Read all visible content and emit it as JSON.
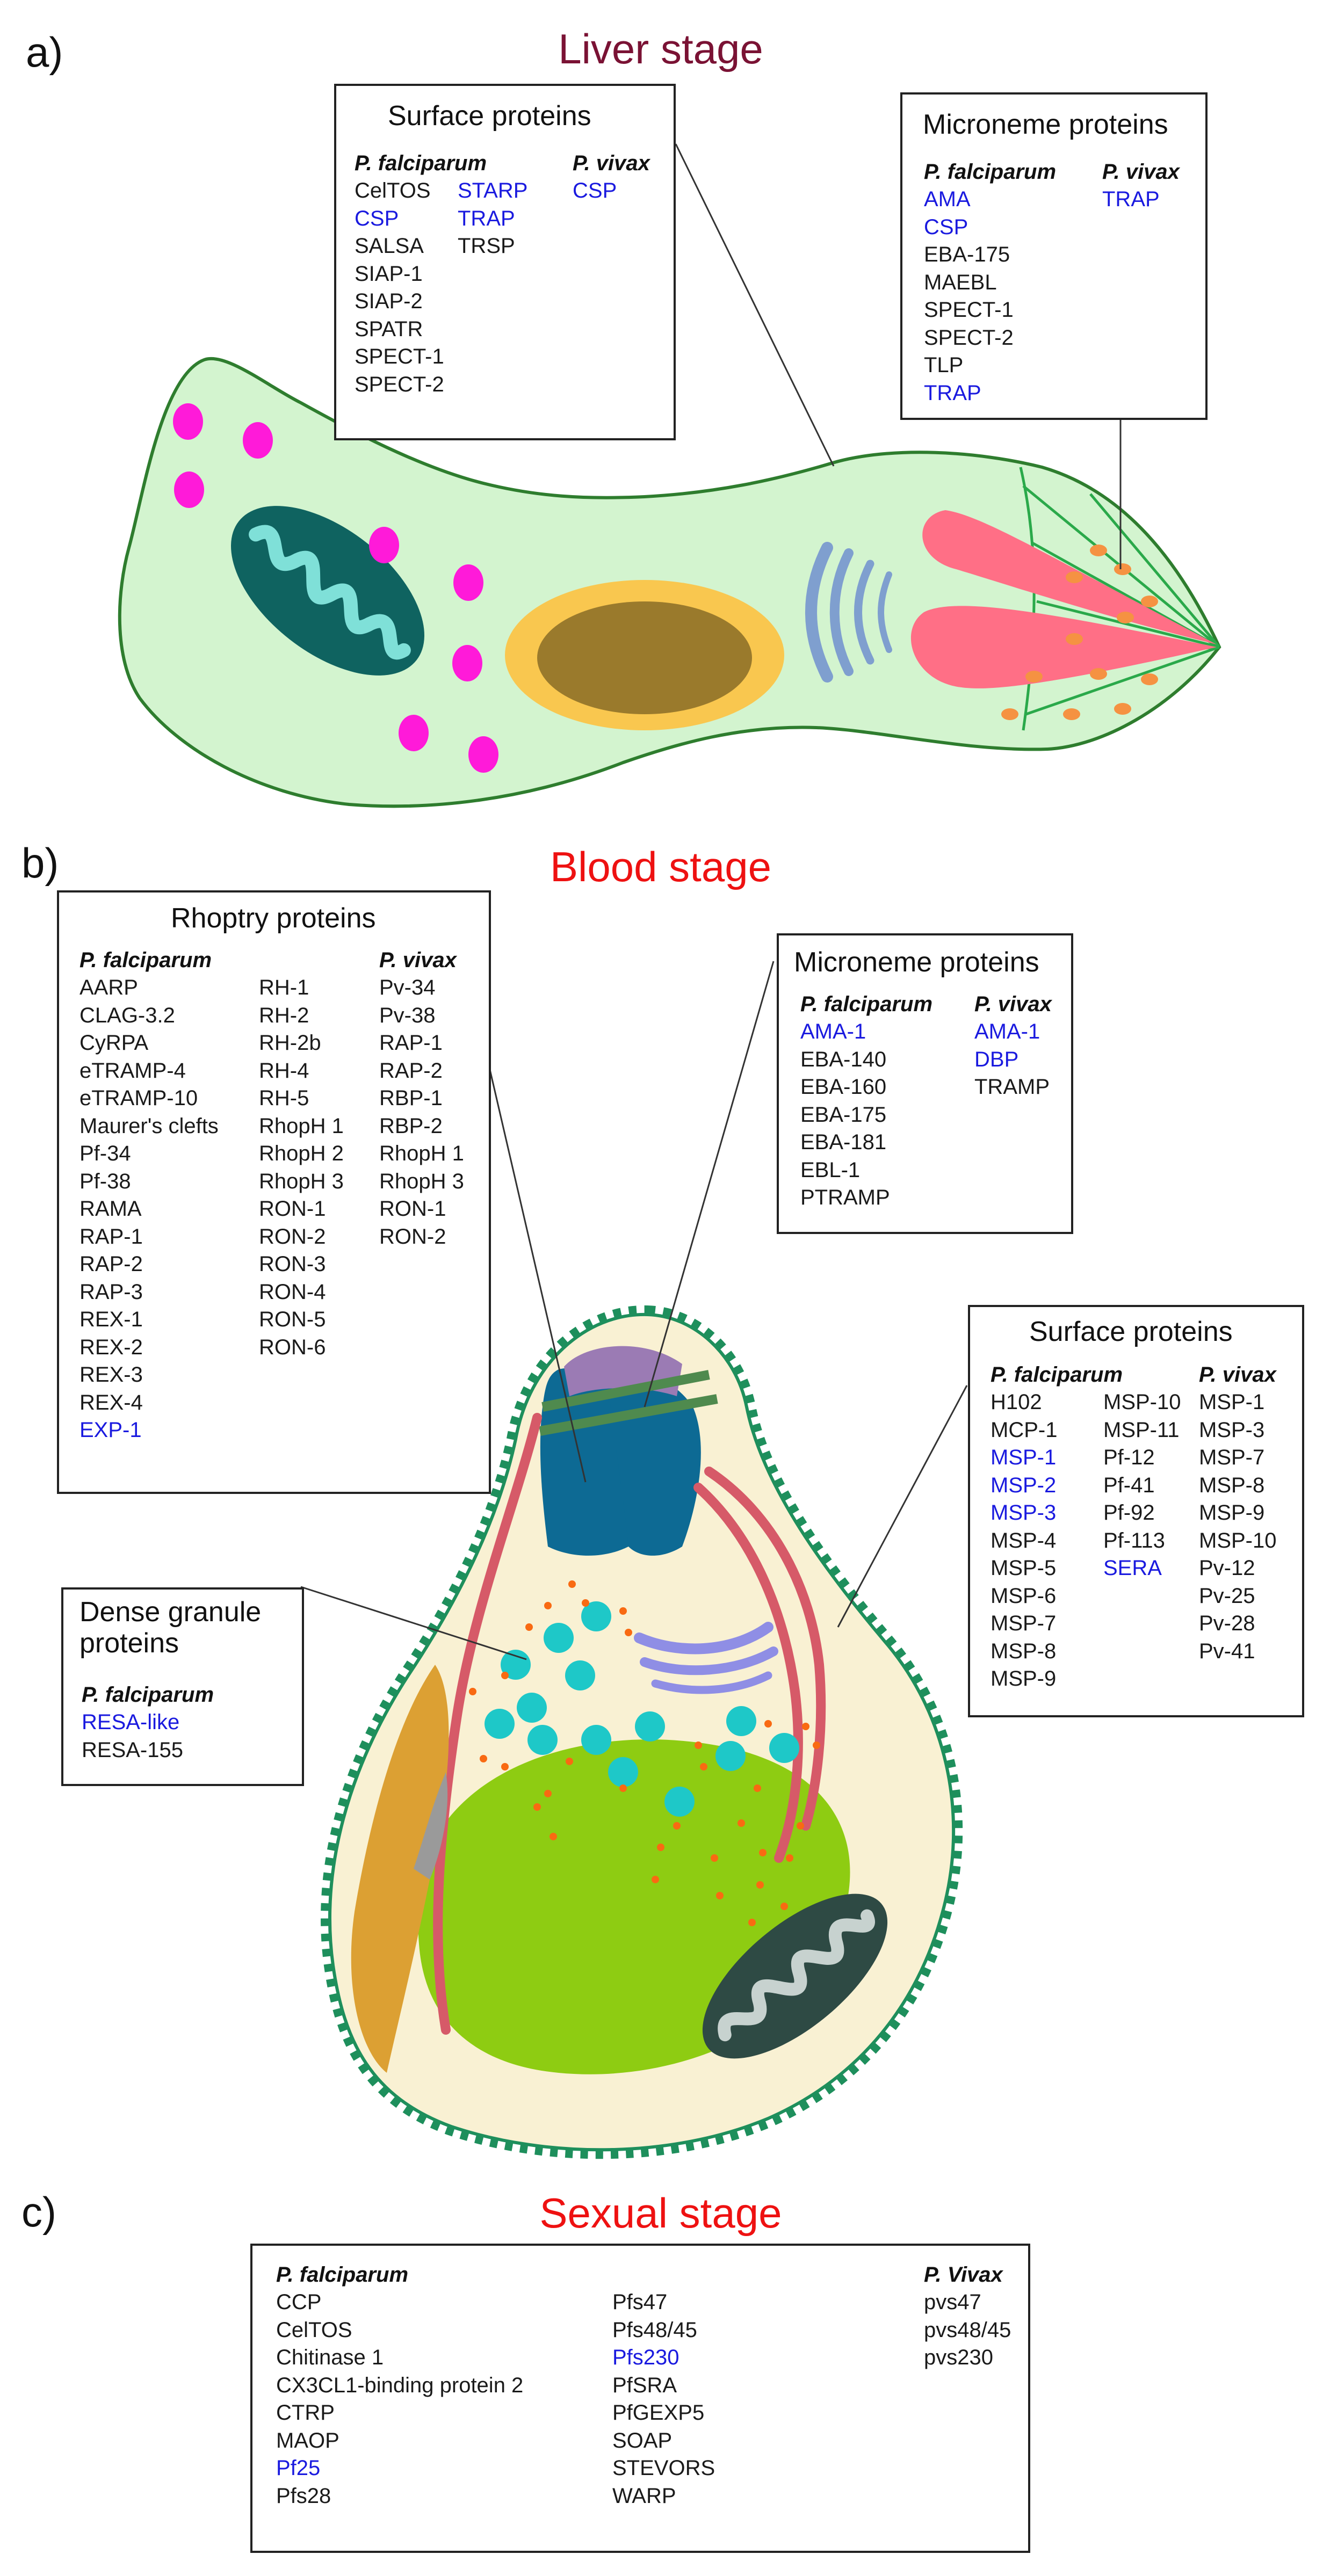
{
  "colors": {
    "blue_text": "#1a1adf",
    "liver_title": "#7a1234",
    "blood_title": "#ee1111",
    "sexual_title": "#ee1111",
    "cell_fill": "#d3f4cf",
    "cell_outline": "#2e7d2e",
    "merozoite_fill": "#f9f1d3",
    "spike_color": "#1e8f5c",
    "nucleus_green": "#8ecc12",
    "rhoptry_blue": "#0d6a94",
    "dense_granule_cyan": "#1ec8c8",
    "micronerme_orange": "#f59242",
    "microneme_pink": "#ff6f86",
    "magenta_dots": "#ff1ad9",
    "mitochondrion": "#0f6360",
    "nucleus_brown": "#9a7a2c",
    "nucleus_ring": "#f9c74f"
  },
  "panel_a": {
    "letter": "a)",
    "title": "Liver stage",
    "surface": {
      "title": "Surface proteins",
      "columns": [
        {
          "header": "P. falciparum",
          "items": [
            {
              "text": "CelTOS",
              "blue": false
            },
            {
              "text": "CSP",
              "blue": true
            },
            {
              "text": "SALSA",
              "blue": false
            },
            {
              "text": "SIAP-1",
              "blue": false
            },
            {
              "text": "SIAP-2",
              "blue": false
            },
            {
              "text": "SPATR",
              "blue": false
            },
            {
              "text": "SPECT-1",
              "blue": false
            },
            {
              "text": "SPECT-2",
              "blue": false
            }
          ]
        },
        {
          "header": "",
          "items": [
            {
              "text": "STARP",
              "blue": true
            },
            {
              "text": "TRAP",
              "blue": true
            },
            {
              "text": "TRSP",
              "blue": false
            }
          ]
        },
        {
          "header": "P. vivax",
          "items": [
            {
              "text": "CSP",
              "blue": true
            }
          ]
        }
      ]
    },
    "microneme": {
      "title": "Microneme proteins",
      "columns": [
        {
          "header": "P. falciparum",
          "items": [
            {
              "text": "AMA",
              "blue": true
            },
            {
              "text": "CSP",
              "blue": true
            },
            {
              "text": "EBA-175",
              "blue": false
            },
            {
              "text": "MAEBL",
              "blue": false
            },
            {
              "text": "SPECT-1",
              "blue": false
            },
            {
              "text": "SPECT-2",
              "blue": false
            },
            {
              "text": "TLP",
              "blue": false
            },
            {
              "text": "TRAP",
              "blue": true
            }
          ]
        },
        {
          "header": "P. vivax",
          "items": [
            {
              "text": "TRAP",
              "blue": true
            }
          ]
        }
      ]
    }
  },
  "panel_b": {
    "letter": "b)",
    "title": "Blood stage",
    "rhoptry": {
      "title": "Rhoptry proteins",
      "columns": [
        {
          "header": "P. falciparum",
          "items": [
            {
              "text": "AARP",
              "blue": false
            },
            {
              "text": "CLAG-3.2",
              "blue": false
            },
            {
              "text": "CyRPA",
              "blue": false
            },
            {
              "text": "eTRAMP-4",
              "blue": false
            },
            {
              "text": "eTRAMP-10",
              "blue": false
            },
            {
              "text": "Maurer's clefts",
              "blue": false
            },
            {
              "text": "Pf-34",
              "blue": false
            },
            {
              "text": "Pf-38",
              "blue": false
            },
            {
              "text": "RAMA",
              "blue": false
            },
            {
              "text": "RAP-1",
              "blue": false
            },
            {
              "text": "RAP-2",
              "blue": false
            },
            {
              "text": "RAP-3",
              "blue": false
            },
            {
              "text": "REX-1",
              "blue": false
            },
            {
              "text": "REX-2",
              "blue": false
            },
            {
              "text": "REX-3",
              "blue": false
            },
            {
              "text": "REX-4",
              "blue": false
            },
            {
              "text": "EXP-1",
              "blue": true
            }
          ]
        },
        {
          "header": "",
          "items": [
            {
              "text": "RH-1",
              "blue": false
            },
            {
              "text": "RH-2",
              "blue": false
            },
            {
              "text": "RH-2b",
              "blue": false
            },
            {
              "text": "RH-4",
              "blue": false
            },
            {
              "text": "RH-5",
              "blue": false
            },
            {
              "text": "RhopH 1",
              "blue": false
            },
            {
              "text": "RhopH 2",
              "blue": false
            },
            {
              "text": "RhopH 3",
              "blue": false
            },
            {
              "text": "RON-1",
              "blue": false
            },
            {
              "text": "RON-2",
              "blue": false
            },
            {
              "text": "RON-3",
              "blue": false
            },
            {
              "text": "RON-4",
              "blue": false
            },
            {
              "text": "RON-5",
              "blue": false
            },
            {
              "text": "RON-6",
              "blue": false
            }
          ]
        },
        {
          "header": "P. vivax",
          "items": [
            {
              "text": "Pv-34",
              "blue": false
            },
            {
              "text": "Pv-38",
              "blue": false
            },
            {
              "text": "RAP-1",
              "blue": false
            },
            {
              "text": "RAP-2",
              "blue": false
            },
            {
              "text": "RBP-1",
              "blue": false
            },
            {
              "text": "RBP-2",
              "blue": false
            },
            {
              "text": "RhopH 1",
              "blue": false
            },
            {
              "text": "RhopH 3",
              "blue": false
            },
            {
              "text": "RON-1",
              "blue": false
            },
            {
              "text": "RON-2",
              "blue": false
            }
          ]
        }
      ]
    },
    "microneme": {
      "title": "Microneme proteins",
      "columns": [
        {
          "header": "P. falciparum",
          "items": [
            {
              "text": "AMA-1",
              "blue": true
            },
            {
              "text": "EBA-140",
              "blue": false
            },
            {
              "text": "EBA-160",
              "blue": false
            },
            {
              "text": "EBA-175",
              "blue": false
            },
            {
              "text": "EBA-181",
              "blue": false
            },
            {
              "text": "EBL-1",
              "blue": false
            },
            {
              "text": "PTRAMP",
              "blue": false
            }
          ]
        },
        {
          "header": "P. vivax",
          "items": [
            {
              "text": "AMA-1",
              "blue": true
            },
            {
              "text": "DBP",
              "blue": true
            },
            {
              "text": "TRAMP",
              "blue": false
            }
          ]
        }
      ]
    },
    "surface": {
      "title": "Surface proteins",
      "columns": [
        {
          "header": "P. falciparum",
          "items": [
            {
              "text": "H102",
              "blue": false
            },
            {
              "text": "MCP-1",
              "blue": false
            },
            {
              "text": "MSP-1",
              "blue": true
            },
            {
              "text": "MSP-2",
              "blue": true
            },
            {
              "text": "MSP-3",
              "blue": true
            },
            {
              "text": "MSP-4",
              "blue": false
            },
            {
              "text": "MSP-5",
              "blue": false
            },
            {
              "text": "MSP-6",
              "blue": false
            },
            {
              "text": "MSP-7",
              "blue": false
            },
            {
              "text": "MSP-8",
              "blue": false
            },
            {
              "text": "MSP-9",
              "blue": false
            }
          ]
        },
        {
          "header": "",
          "items": [
            {
              "text": "MSP-10",
              "blue": false
            },
            {
              "text": "MSP-11",
              "blue": false
            },
            {
              "text": "Pf-12",
              "blue": false
            },
            {
              "text": "Pf-41",
              "blue": false
            },
            {
              "text": "Pf-92",
              "blue": false
            },
            {
              "text": "Pf-113",
              "blue": false
            },
            {
              "text": "SERA",
              "blue": true
            }
          ]
        },
        {
          "header": "P. vivax",
          "items": [
            {
              "text": "MSP-1",
              "blue": false
            },
            {
              "text": "MSP-3",
              "blue": false
            },
            {
              "text": "MSP-7",
              "blue": false
            },
            {
              "text": "MSP-8",
              "blue": false
            },
            {
              "text": "MSP-9",
              "blue": false
            },
            {
              "text": "MSP-10",
              "blue": false
            },
            {
              "text": "Pv-12",
              "blue": false
            },
            {
              "text": "Pv-25",
              "blue": false
            },
            {
              "text": "Pv-28",
              "blue": false
            },
            {
              "text": "Pv-41",
              "blue": false
            }
          ]
        }
      ]
    },
    "dense_granule": {
      "title_line1": "Dense granule",
      "title_line2": "proteins",
      "columns": [
        {
          "header": "P. falciparum",
          "items": [
            {
              "text": "RESA-like",
              "blue": true
            },
            {
              "text": "RESA-155",
              "blue": false
            }
          ]
        }
      ]
    }
  },
  "panel_c": {
    "letter": "c)",
    "title": "Sexual stage",
    "columns": [
      {
        "header": "P. falciparum",
        "items": [
          {
            "text": "CCP",
            "blue": false
          },
          {
            "text": "CelTOS",
            "blue": false
          },
          {
            "text": "Chitinase 1",
            "blue": false
          },
          {
            "text": "CX3CL1-binding protein 2",
            "blue": false
          },
          {
            "text": "CTRP",
            "blue": false
          },
          {
            "text": "MAOP",
            "blue": false
          },
          {
            "text": "Pf25",
            "blue": true
          },
          {
            "text": "Pfs28",
            "blue": false
          }
        ]
      },
      {
        "header": "",
        "items": [
          {
            "text": "Pfs47",
            "blue": false
          },
          {
            "text": "Pfs48/45",
            "blue": false
          },
          {
            "text": "Pfs230",
            "blue": true
          },
          {
            "text": "PfSRA",
            "blue": false
          },
          {
            "text": "PfGEXP5",
            "blue": false
          },
          {
            "text": "SOAP",
            "blue": false
          },
          {
            "text": "STEVORS",
            "blue": false
          },
          {
            "text": "WARP",
            "blue": false
          }
        ]
      },
      {
        "header": "P. Vivax",
        "items": [
          {
            "text": "pvs47",
            "blue": false
          },
          {
            "text": "pvs48/45",
            "blue": false
          },
          {
            "text": "pvs230",
            "blue": false
          }
        ]
      }
    ]
  }
}
